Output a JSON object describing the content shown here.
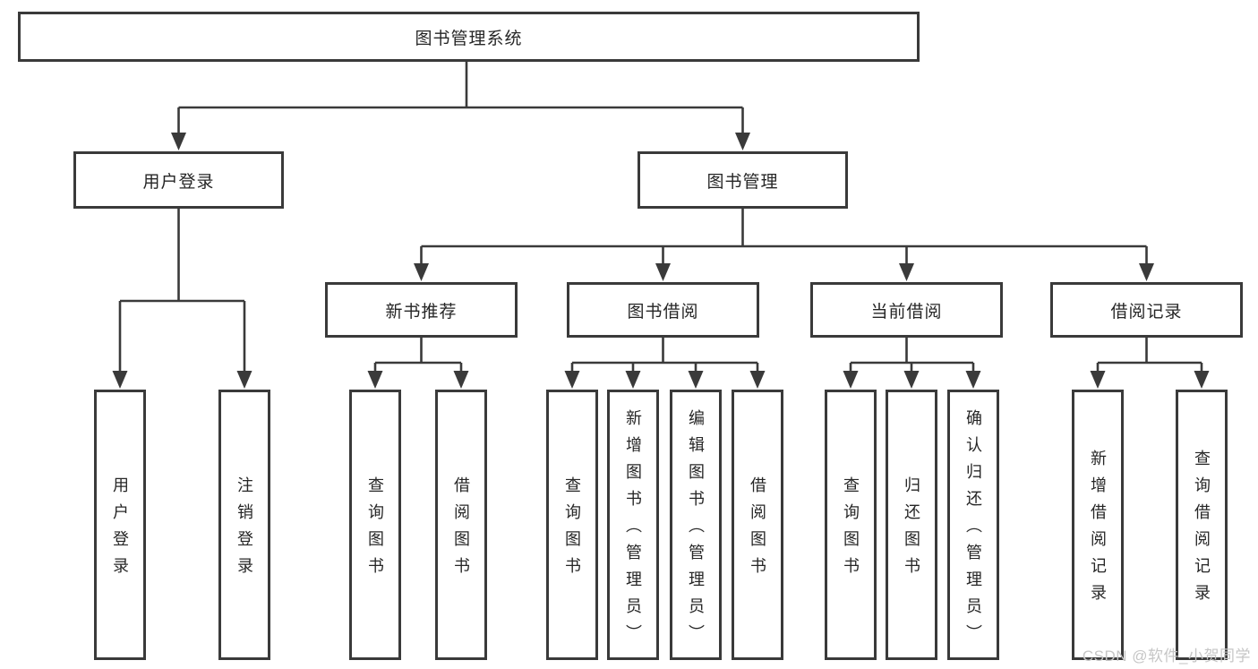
{
  "colors": {
    "background": "#ffffff",
    "line": "#3a3a3a",
    "box_border": "#3a3a3a",
    "text": "#262626",
    "watermark": "#c6c6c6"
  },
  "watermark": {
    "text": "CSDN @软件_小贺同学"
  },
  "diagram": {
    "root": {
      "label": "图书管理系统"
    },
    "branches": [
      {
        "label": "用户登录",
        "children": [
          {
            "label": "用户登录"
          },
          {
            "label": "注销登录"
          }
        ]
      },
      {
        "label": "图书管理",
        "children": [
          {
            "label": "新书推荐",
            "children": [
              {
                "label": "查询图书"
              },
              {
                "label": "借阅图书"
              }
            ]
          },
          {
            "label": "图书借阅",
            "children": [
              {
                "label": "查询图书"
              },
              {
                "label": "新增图书（管理员）"
              },
              {
                "label": "编辑图书（管理员）"
              },
              {
                "label": "借阅图书"
              }
            ]
          },
          {
            "label": "当前借阅",
            "children": [
              {
                "label": "查询图书"
              },
              {
                "label": "归还图书"
              },
              {
                "label": "确认归还（管理员）"
              }
            ]
          },
          {
            "label": "借阅记录",
            "children": [
              {
                "label": "新增借阅记录"
              },
              {
                "label": "查询借阅记录"
              }
            ]
          }
        ]
      }
    ]
  }
}
